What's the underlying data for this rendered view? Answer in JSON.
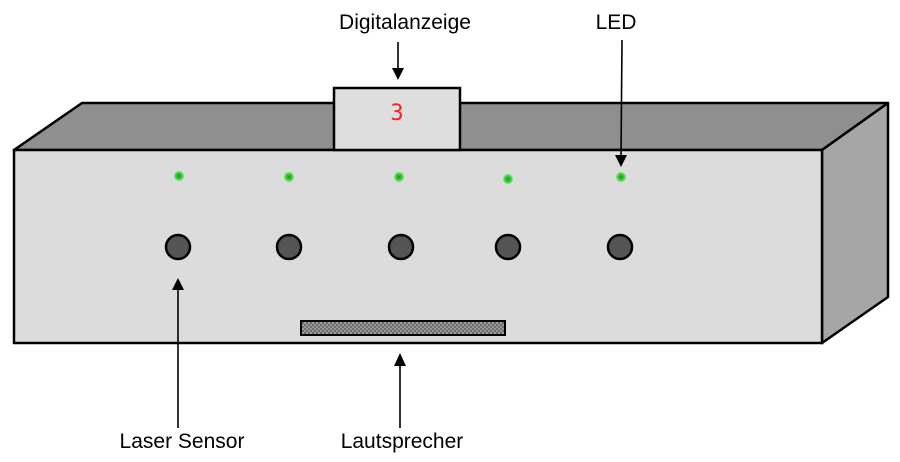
{
  "labels": {
    "display": "Digitalanzeige",
    "led": "LED",
    "sensor": "Laser Sensor",
    "speaker": "Lautsprecher"
  },
  "display_value": "3",
  "leds": [
    "led-1",
    "led-2",
    "led-3",
    "led-4",
    "led-5"
  ],
  "sensors": [
    "sensor-1",
    "sensor-2",
    "sensor-3",
    "sensor-4",
    "sensor-5"
  ],
  "colors": {
    "front_face": "#dcdcdc",
    "top_face": "#8f8f8f",
    "side_face": "#a6a6a6",
    "display_box": "#dedede",
    "display_digit": "#ff2020",
    "led": "#3fd63f",
    "sensor": "#555555",
    "speaker": "#a0a0a0"
  }
}
